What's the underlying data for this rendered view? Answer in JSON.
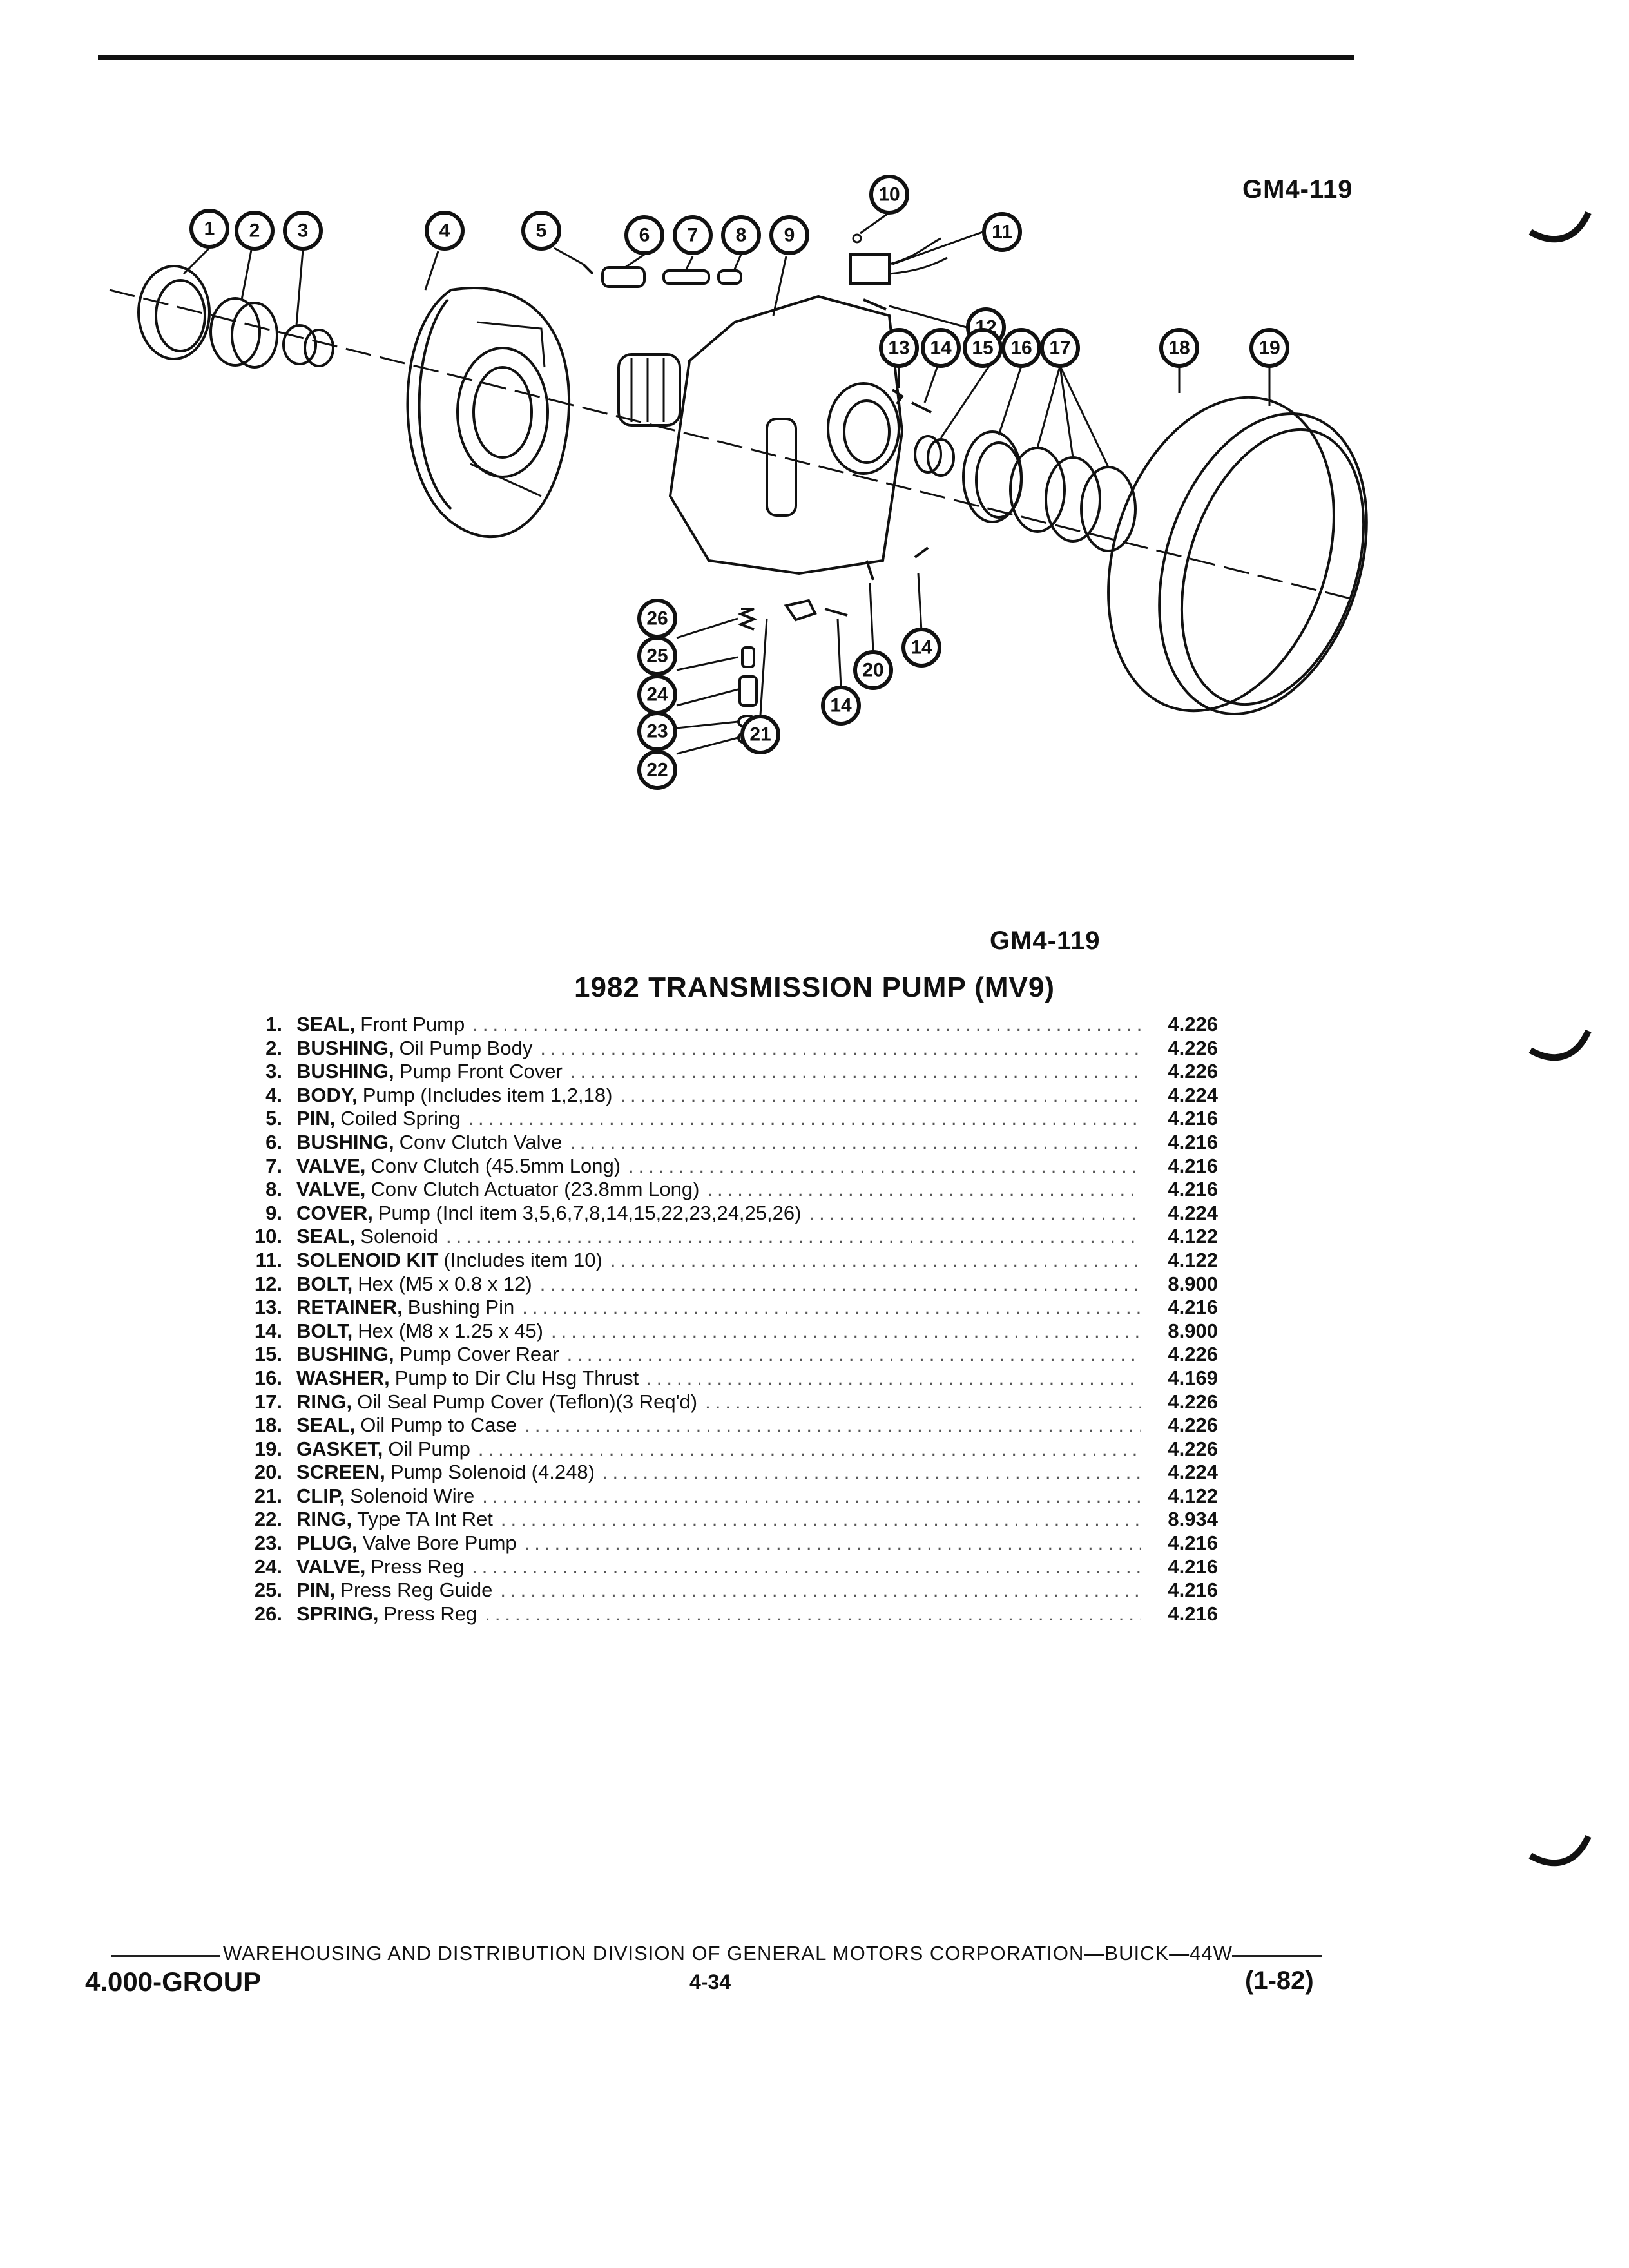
{
  "header": {
    "figure_ref_top": "GM4-119",
    "figure_ref_caption": "GM4-119"
  },
  "diagram": {
    "callouts": [
      "1",
      "2",
      "3",
      "4",
      "5",
      "6",
      "7",
      "8",
      "9",
      "10",
      "11",
      "12",
      "13",
      "14",
      "15",
      "16",
      "17",
      "18",
      "19",
      "20",
      "21",
      "14",
      "14",
      "22",
      "23",
      "24",
      "25",
      "26"
    ]
  },
  "parts": {
    "title": "1982 TRANSMISSION PUMP (MV9)",
    "items": [
      {
        "num": "1.",
        "name": "SEAL,",
        "desc": "Front Pump",
        "ref": "4.226"
      },
      {
        "num": "2.",
        "name": "BUSHING,",
        "desc": "Oil Pump Body",
        "ref": "4.226"
      },
      {
        "num": "3.",
        "name": "BUSHING,",
        "desc": "Pump Front Cover",
        "ref": "4.226"
      },
      {
        "num": "4.",
        "name": "BODY,",
        "desc": "Pump (Includes item 1,2,18)",
        "ref": "4.224"
      },
      {
        "num": "5.",
        "name": "PIN,",
        "desc": "Coiled Spring",
        "ref": "4.216"
      },
      {
        "num": "6.",
        "name": "BUSHING,",
        "desc": "Conv Clutch Valve",
        "ref": "4.216"
      },
      {
        "num": "7.",
        "name": "VALVE,",
        "desc": "Conv Clutch (45.5mm Long)",
        "ref": "4.216"
      },
      {
        "num": "8.",
        "name": "VALVE,",
        "desc": "Conv Clutch Actuator (23.8mm Long)",
        "ref": "4.216"
      },
      {
        "num": "9.",
        "name": "COVER,",
        "desc": "Pump (Incl item 3,5,6,7,8,14,15,22,23,24,25,26)",
        "ref": "4.224"
      },
      {
        "num": "10.",
        "name": "SEAL,",
        "desc": "Solenoid",
        "ref": "4.122"
      },
      {
        "num": "11.",
        "name": "SOLENOID KIT",
        "desc": "(Includes item 10)",
        "ref": "4.122"
      },
      {
        "num": "12.",
        "name": "BOLT,",
        "desc": "Hex (M5 x 0.8 x 12)",
        "ref": "8.900"
      },
      {
        "num": "13.",
        "name": "RETAINER,",
        "desc": "Bushing Pin",
        "ref": "4.216"
      },
      {
        "num": "14.",
        "name": "BOLT,",
        "desc": "Hex (M8 x 1.25 x 45)",
        "ref": "8.900"
      },
      {
        "num": "15.",
        "name": "BUSHING,",
        "desc": "Pump Cover Rear",
        "ref": "4.226"
      },
      {
        "num": "16.",
        "name": "WASHER,",
        "desc": "Pump to Dir Clu Hsg Thrust",
        "ref": "4.169"
      },
      {
        "num": "17.",
        "name": "RING,",
        "desc": "Oil Seal Pump Cover (Teflon)(3 Req'd)",
        "ref": "4.226"
      },
      {
        "num": "18.",
        "name": "SEAL,",
        "desc": "Oil Pump to Case",
        "ref": "4.226"
      },
      {
        "num": "19.",
        "name": "GASKET,",
        "desc": "Oil Pump",
        "ref": "4.226"
      },
      {
        "num": "20.",
        "name": "SCREEN,",
        "desc": "Pump Solenoid (4.248)",
        "ref": "4.224"
      },
      {
        "num": "21.",
        "name": "CLIP,",
        "desc": "Solenoid Wire",
        "ref": "4.122"
      },
      {
        "num": "22.",
        "name": "RING,",
        "desc": "Type TA Int Ret",
        "ref": "8.934"
      },
      {
        "num": "23.",
        "name": "PLUG,",
        "desc": "Valve Bore Pump",
        "ref": "4.216"
      },
      {
        "num": "24.",
        "name": "VALVE,",
        "desc": "Press Reg",
        "ref": "4.216"
      },
      {
        "num": "25.",
        "name": "PIN,",
        "desc": "Press Reg Guide",
        "ref": "4.216"
      },
      {
        "num": "26.",
        "name": "SPRING,",
        "desc": "Press Reg",
        "ref": "4.216"
      }
    ]
  },
  "footer": {
    "line": "WAREHOUSING AND DISTRIBUTION  DIVISION OF GENERAL MOTORS CORPORATION—BUICK—44W",
    "group": "4.000-GROUP",
    "page": "4-34",
    "date": "(1-82)"
  }
}
